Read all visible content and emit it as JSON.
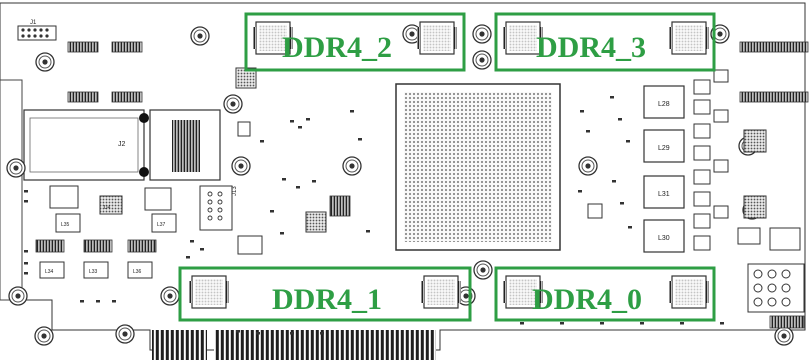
{
  "diagram": {
    "regions": [
      {
        "id": "ddr4-2",
        "label": "DDR4_2"
      },
      {
        "id": "ddr4-3",
        "label": "DDR4_3"
      },
      {
        "id": "ddr4-1",
        "label": "DDR4_1"
      },
      {
        "id": "ddr4-0",
        "label": "DDR4_0"
      }
    ],
    "inductors": [
      "L28",
      "L29",
      "L31",
      "L30"
    ],
    "small_refs": {
      "j1": "J1",
      "j2": "J2",
      "j13": "J13",
      "l35": "L35",
      "l34": "L34",
      "l33": "L33",
      "l36": "L36",
      "l37": "L37",
      "u4": "U4"
    },
    "colors": {
      "highlight": "#2e9e44",
      "silkscreen": "#2a2a2a",
      "pad": "#444444"
    }
  }
}
